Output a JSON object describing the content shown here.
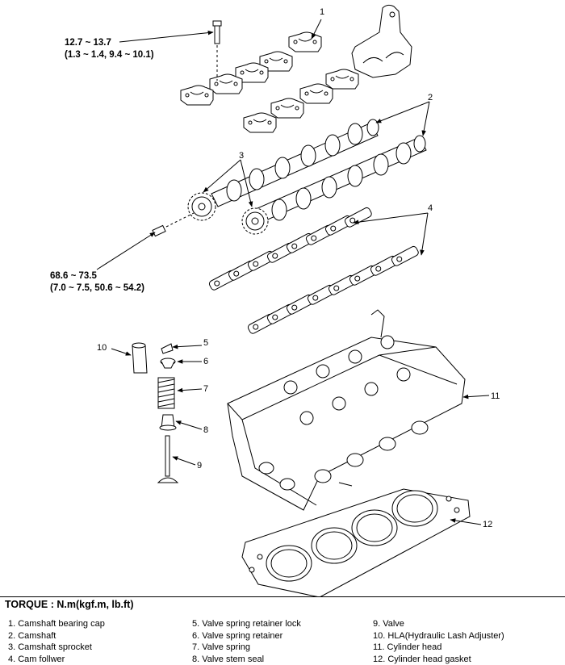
{
  "torque_heading": "TORQUE : N.m(kgf.m, lb.ft)",
  "torque_specs": {
    "cap_bolt_line1": "12.7 ~ 13.7",
    "cap_bolt_line2": "(1.3 ~ 1.4, 9.4 ~ 10.1)",
    "sprocket_bolt_line1": "68.6 ~ 73.5",
    "sprocket_bolt_line2": "(7.0 ~ 7.5, 50.6 ~ 54.2)"
  },
  "callouts": [
    "1",
    "2",
    "3",
    "4",
    "5",
    "6",
    "7",
    "8",
    "9",
    "10",
    "11",
    "12"
  ],
  "legend": [
    [
      "1. Camshaft bearing cap",
      "2. Camshaft",
      "3. Camshaft sprocket",
      "4. Cam follwer"
    ],
    [
      "5. Valve spring retainer lock",
      "6. Valve spring retainer",
      "7. Valve spring",
      "8. Valve stem seal"
    ],
    [
      "9. Valve",
      "10. HLA(Hydraulic Lash Adjuster)",
      "11. Cylinder head",
      "12. Cylinder head gasket"
    ]
  ]
}
